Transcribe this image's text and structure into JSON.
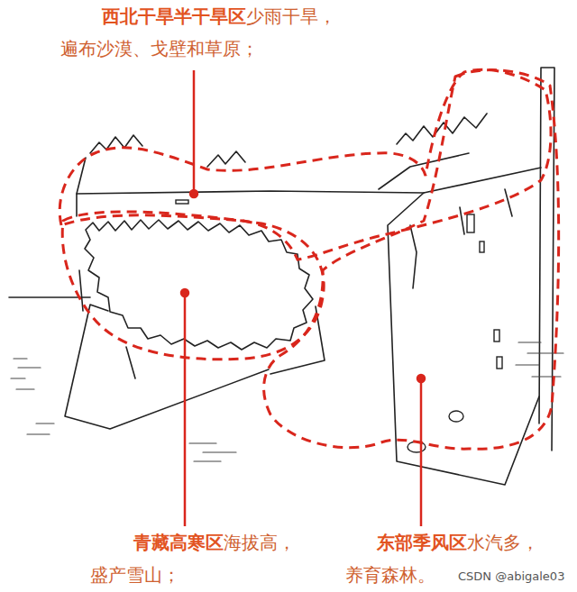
{
  "diagram": {
    "nodes": [
      {
        "text": [
          "西北干旱半干旱区",
          "少雨干旱， 遍布沙漠、戈壁和草原；"
        ]
      },
      {
        "text": [
          "青藏高寒区",
          "海拔高， 盛产雪山；"
        ]
      },
      {
        "text": [
          "东部季风区",
          "水汽多， 养育森林。"
        ]
      }
    ],
    "labels": [
      "CSDN @abigale03"
    ]
  }
}
